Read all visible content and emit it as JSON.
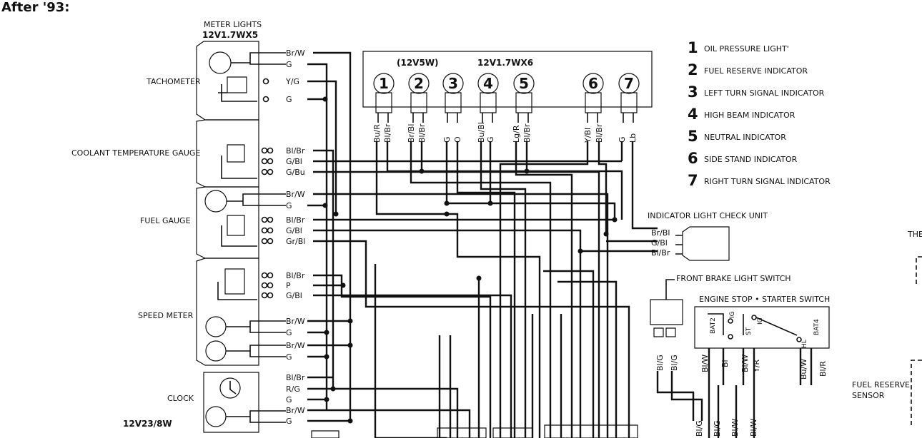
{
  "header": {
    "title": "After '93:"
  },
  "meter_lights": {
    "title": "METER LIGHTS",
    "spec": "12V1.7WX5"
  },
  "indicator_box": {
    "spec_left": "(12V5W)",
    "spec_right": "12V1.7WX6"
  },
  "left_labels": {
    "tachometer": "TACHOMETER",
    "coolant": "COOLANT TEMPERATURE GAUGE",
    "fuel_gauge": "FUEL GAUGE",
    "speed_meter": "SPEED METER",
    "clock": "CLOCK",
    "clock_spec": "12V23/8W"
  },
  "wires_left": [
    "Br/W",
    "G",
    "Y/G",
    "G",
    "Bl/Br",
    "G/Bl",
    "G/Bu",
    "Br/W",
    "G",
    "Bl/Br",
    "G/Bl",
    "Gr/Bl",
    "Bl/Br",
    "P",
    "G/Bl",
    "Br/W",
    "G",
    "Br/W",
    "G",
    "Bl/Br",
    "R/G",
    "G",
    "Br/W",
    "G"
  ],
  "bulbs": [
    "1",
    "2",
    "3",
    "4",
    "5",
    "6",
    "7"
  ],
  "bulb_wires": [
    "Bu/R",
    "Bl/Br",
    "Br/Bl",
    "Bl/Br",
    "G",
    "O",
    "Bu/Bl",
    "G",
    "Lg/R",
    "Bl/Br",
    "Y/Bl",
    "Bl/Br",
    "G",
    "Lb"
  ],
  "legend": [
    {
      "num": "1",
      "text": "OIL  PRESSURE  LIGHT'"
    },
    {
      "num": "2",
      "text": "FUEL RESERVE INDICATOR"
    },
    {
      "num": "3",
      "text": "LEFT TURN SIGNAL INDICATOR"
    },
    {
      "num": "4",
      "text": "HIGH  BEAM  INDICATOR"
    },
    {
      "num": "5",
      "text": "NEUTRAL  INDICATOR"
    },
    {
      "num": "6",
      "text": "SIDE STAND INDICATOR"
    },
    {
      "num": "7",
      "text": "RIGHT TURN SIGNAL INDICATOR"
    }
  ],
  "check_unit": {
    "title": "INDICATOR LIGHT CHECK UNIT",
    "wires": [
      "Br/Bl",
      "G/Bl",
      "Bl/Br"
    ]
  },
  "front_brake": {
    "title": "FRONT BRAKE LIGHT SWITCH",
    "wires": [
      "Bl/G",
      "Bl/G"
    ]
  },
  "engine_stop": {
    "title": "ENGINE STOP • STARTER SWITCH",
    "terms": [
      "BAT2",
      "IG",
      "ST",
      "IG",
      "BAT4",
      "HL"
    ],
    "wires": [
      "Bl/W",
      "Bl",
      "Bl/W",
      "Y/R",
      "Bu/W",
      "Bl/R"
    ],
    "bottom_wires": [
      "Bl/G",
      "Bl/G",
      "Bl/W",
      "Bl/W"
    ]
  },
  "right_edge": {
    "the": "THE",
    "fuel_sensor": "FUEL RESERVE\nSENSOR"
  }
}
